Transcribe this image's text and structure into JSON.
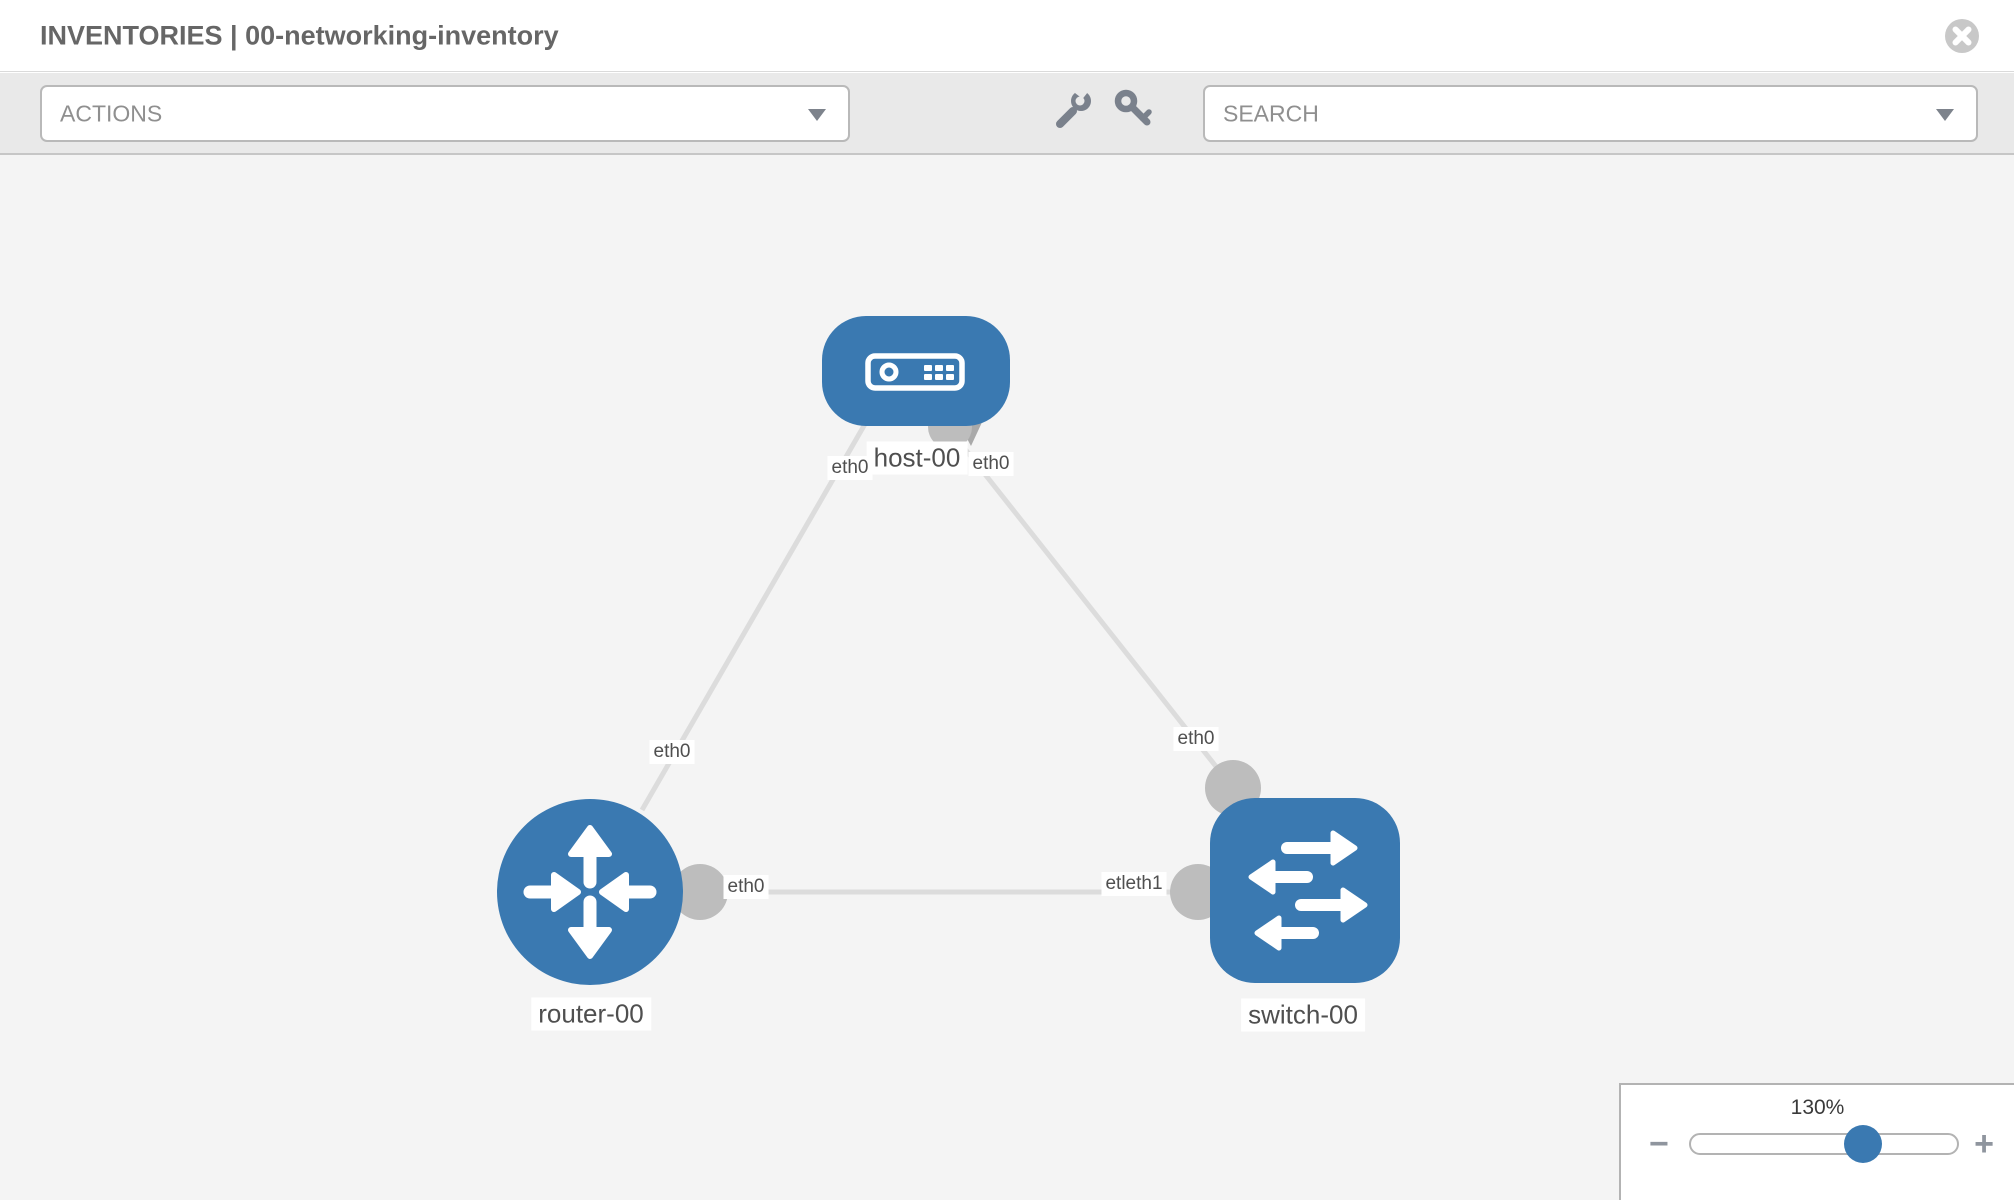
{
  "header": {
    "title": "INVENTORIES | 00-networking-inventory",
    "close_icon": "circle-x-icon"
  },
  "toolbar": {
    "actions_label": "ACTIONS",
    "search_placeholder": "SEARCH",
    "icons": [
      "wrench-icon",
      "key-icon"
    ]
  },
  "topology": {
    "nodes": [
      {
        "label": "host-00",
        "type": "host",
        "icon": "server-icon"
      },
      {
        "label": "router-00",
        "type": "router",
        "icon": "router-arrows-icon"
      },
      {
        "label": "switch-00",
        "type": "switch",
        "icon": "switch-arrows-icon"
      }
    ],
    "links": [
      {
        "from": "host-00",
        "to": "router-00"
      },
      {
        "from": "host-00",
        "to": "switch-00"
      },
      {
        "from": "router-00",
        "to": "switch-00"
      }
    ],
    "interfaces": {
      "host_left": "eth0",
      "host_right": "eth0",
      "router_uplink": "eth0",
      "switch_uplink": "eth0",
      "router_lan": "eth0",
      "switch_lan": "etleth1"
    },
    "colors": {
      "node": "#3a79b1",
      "link": "#dcdcdc",
      "port": "#bdbdbd",
      "canvas": "#f4f4f4"
    }
  },
  "zoom_control": {
    "level": "130%",
    "percent": 130,
    "minus_label": "−",
    "plus_label": "+"
  }
}
